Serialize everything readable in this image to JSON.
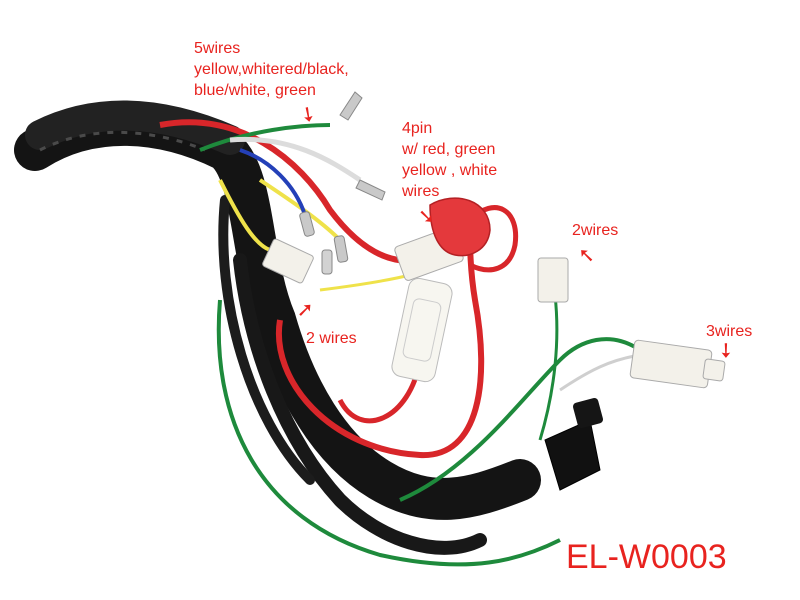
{
  "labels": {
    "five_wires": [
      "5wires",
      "yellow,whitered/black,",
      "blue/white, green"
    ],
    "four_pin": [
      "4pin",
      "w/ red, green",
      "yellow , white",
      "wires"
    ],
    "two_wires_right": "2wires",
    "two_wires_left": "2 wires",
    "three_wires": "3wires"
  },
  "product_code": "EL-W0003",
  "colors": {
    "label_red": "#e8231f",
    "background": "#ffffff",
    "harness_black": "#141414",
    "wire_red": "#d8262a",
    "wire_green": "#1e8a3c",
    "wire_yellow": "#efe24a",
    "wire_blue": "#2440b8",
    "wire_white": "#f2f2f2",
    "connector_white": "#f3f1ea",
    "boot_red": "#e4393c"
  },
  "icons": {
    "arrow": "red-arrow-icon"
  }
}
